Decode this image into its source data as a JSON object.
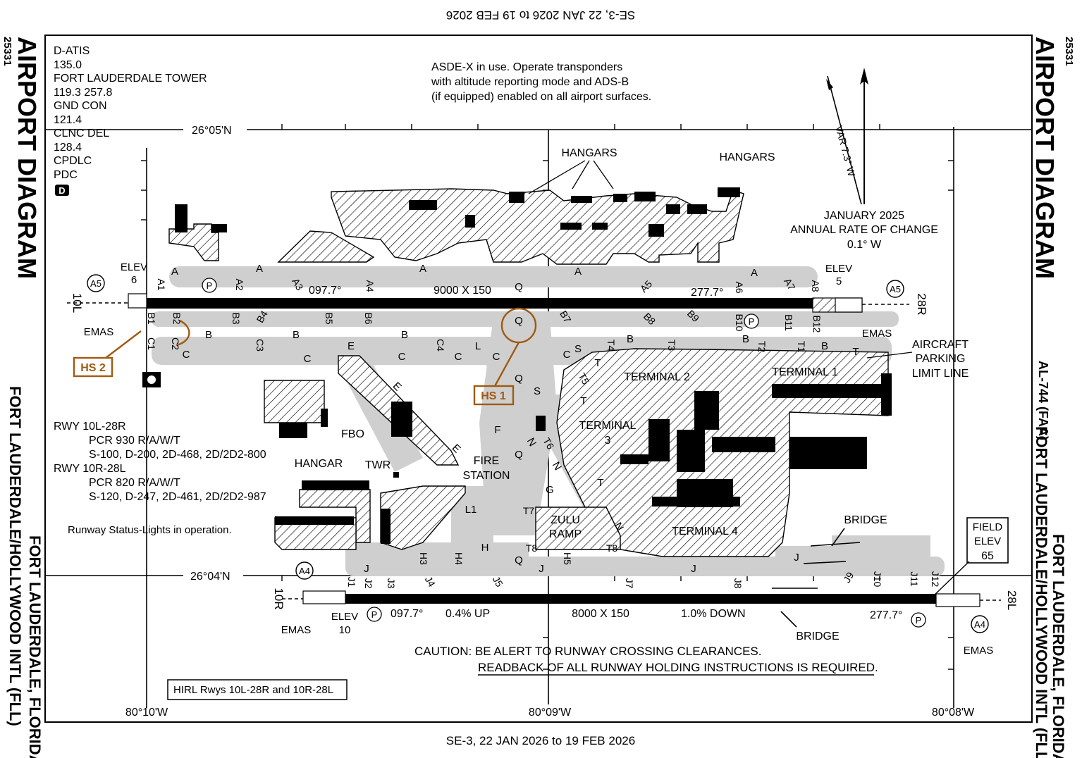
{
  "edition": {
    "top": "SE-3,  22 JAN 2026  to  19 FEB 2026",
    "bottom": "SE-3,  22 JAN 2026  to  19 FEB 2026"
  },
  "side": {
    "left_number": "25331",
    "left_title": "AIRPORT DIAGRAM",
    "left_location": "FORT LAUDERDALE, FLORIDA",
    "left_airport": "FORT LAUDERDALE/HOLLYWOOD INTL (FLL)",
    "right_number": "25331",
    "right_title": "AIRPORT DIAGRAM",
    "right_code": "AL-744 (FAA)",
    "right_airport": "FORT LAUDERDALE/HOLLYWOOD INTL (FLL)",
    "right_location": "FORT LAUDERDALE, FLORIDA"
  },
  "frequencies": [
    "D-ATIS",
    "135.0",
    "FORT LAUDERDALE TOWER",
    "119.3  257.8",
    "GND CON",
    "121.4",
    "CLNC DEL",
    "128.4",
    "CPDLC",
    "PDC"
  ],
  "datalink_badge": "D",
  "asde_note": [
    "ASDE-X in use. Operate transponders",
    "with altitude reporting mode and ADS-B",
    "(if equipped) enabled on all airport surfaces."
  ],
  "variation": {
    "label": "VAR 7.3° W",
    "date": "JANUARY 2025",
    "rate_title": "ANNUAL RATE OF CHANGE",
    "rate": "0.1° W"
  },
  "coords": {
    "lat_north": "26°05'N",
    "lat_south": "26°04'N",
    "lon_west": "80°10'W",
    "lon_mid": "80°09'W",
    "lon_east": "80°08'W"
  },
  "runway_north": {
    "left_end": "10L",
    "right_end": "28R",
    "heading_west": "097.7°",
    "heading_east": "277.7°",
    "dimensions": "9000 X 150",
    "elev_west_label": "ELEV",
    "elev_west": "6",
    "elev_east_label": "ELEV",
    "elev_east": "5",
    "emas": "EMAS",
    "approach_light": "A5"
  },
  "runway_south": {
    "left_end": "10R",
    "right_end": "28L",
    "heading_west": "097.7°",
    "heading_east": "277.7°",
    "slope_up": "0.4% UP",
    "slope_down": "1.0% DOWN",
    "dimensions": "8000 X 150",
    "elev_west_label": "ELEV",
    "elev_west": "10",
    "emas": "EMAS",
    "approach_light": "A4"
  },
  "field_elev": {
    "label1": "FIELD",
    "label2": "ELEV",
    "value": "65"
  },
  "hotspots": [
    "HS 1",
    "HS 2"
  ],
  "buildings": [
    "HANGARS",
    "HANGARS",
    "HANGAR",
    "FBO",
    "TWR",
    "FIRE",
    "STATION",
    "TERMINAL 1",
    "TERMINAL 2",
    "TERMINAL",
    "3",
    "TERMINAL 4",
    "ZULU",
    "RAMP"
  ],
  "aircraft_parking": [
    "AIRCRAFT",
    "PARKING",
    "LIMIT LINE"
  ],
  "bridge": "BRIDGE",
  "runway_data": [
    "RWY 10L-28R",
    "PCR 930 R/A/W/T",
    "S-100, D-200, 2D-468, 2D/2D2-800",
    "RWY 10R-28L",
    "PCR 820 R/A/W/T",
    "S-120, D-247, 2D-461, 2D/2D2-987"
  ],
  "rsl_note": "Runway Status-Lights in operation.",
  "hirl_note": "HIRL Rwys 10L-28R and 10R-28L",
  "caution": {
    "line1": "CAUTION: BE ALERT TO RUNWAY CROSSING CLEARANCES.",
    "line2": "READBACK OF ALL RUNWAY HOLDING INSTRUCTIONS IS REQUIRED."
  },
  "taxiways": {
    "A": "A",
    "B": "B",
    "C": "C",
    "E": "E",
    "F": "F",
    "G": "G",
    "H": "H",
    "J": "J",
    "L": "L",
    "L1": "L1",
    "N": "N",
    "Q": "Q",
    "S": "S",
    "T": "T",
    "A1": "A1",
    "A2": "A2",
    "A3": "A3",
    "A4": "A4",
    "A5": "A5",
    "A6": "A6",
    "A7": "A7",
    "A8": "A8",
    "B1": "B1",
    "B2": "B2",
    "B3": "B3",
    "B4": "B4",
    "B5": "B5",
    "B6": "B6",
    "B7": "B7",
    "B8": "B8",
    "B9": "B9",
    "B10": "B10",
    "B11": "B11",
    "B12": "B12",
    "C1": "C1",
    "C2": "C2",
    "C3": "C3",
    "C4": "C4",
    "H3": "H3",
    "H4": "H4",
    "H5": "H5",
    "J1": "J1",
    "J2": "J2",
    "J3": "J3",
    "J4": "J4",
    "J5": "J5",
    "J7": "J7",
    "J8": "J8",
    "J9": "J9",
    "J10": "J10",
    "J11": "J11",
    "J12": "J12",
    "T1": "T1",
    "T2": "T2",
    "T3": "T3",
    "T4": "T4",
    "T5": "T5",
    "T6": "T6",
    "T7": "T7",
    "T8": "T8",
    "P": "P"
  }
}
